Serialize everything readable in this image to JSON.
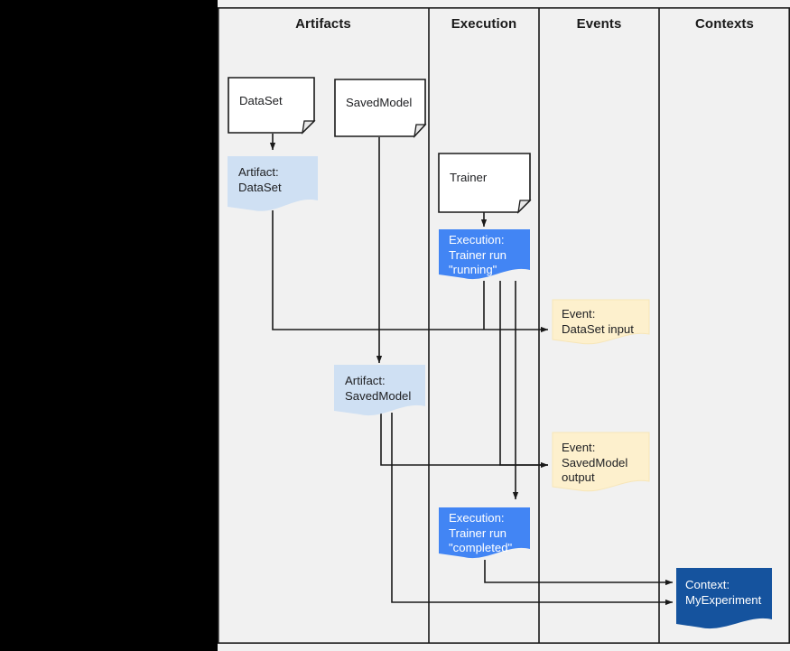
{
  "diagram": {
    "title": "ML Metadata lineage diagram",
    "background_color": "#f1f1f1",
    "letterbox_color": "#000000",
    "columns": [
      {
        "id": "artifacts",
        "label": "Artifacts"
      },
      {
        "id": "execution",
        "label": "Execution"
      },
      {
        "id": "events",
        "label": "Events"
      },
      {
        "id": "contexts",
        "label": "Contexts"
      }
    ],
    "palette": {
      "document_fill": "#ffffff",
      "document_stroke": "#1a1a1a",
      "artifact_fill": "#cfe0f3",
      "execution_fill": "#4285f4",
      "event_fill": "#fdf0cd",
      "event_stroke": "#f5deb0",
      "context_fill": "#15539e",
      "line_color": "#1a1a1a",
      "text_dark": "#202124",
      "text_light": "#ffffff"
    },
    "nodes": [
      {
        "id": "doc-dataset",
        "kind": "document",
        "column": "artifacts",
        "label": "DataSet"
      },
      {
        "id": "doc-savedmodel",
        "kind": "document",
        "column": "artifacts",
        "label": "SavedModel"
      },
      {
        "id": "artifact-dataset",
        "kind": "note",
        "column": "artifacts",
        "label": "Artifact:\nDataSet"
      },
      {
        "id": "artifact-savedmodel",
        "kind": "note",
        "column": "artifacts",
        "label": "Artifact:\nSavedModel"
      },
      {
        "id": "doc-trainer",
        "kind": "document",
        "column": "execution",
        "label": "Trainer"
      },
      {
        "id": "execution-running",
        "kind": "note",
        "column": "execution",
        "label": "Execution:\nTrainer run\n\"running\""
      },
      {
        "id": "execution-completed",
        "kind": "note",
        "column": "execution",
        "label": "Execution:\nTrainer run\n\"completed\""
      },
      {
        "id": "event-dataset-input",
        "kind": "note",
        "column": "events",
        "label": "Event:\nDataSet input"
      },
      {
        "id": "event-savedmodel-output",
        "kind": "note",
        "column": "events",
        "label": "Event:\nSavedModel\noutput"
      },
      {
        "id": "context-myexperiment",
        "kind": "note",
        "column": "contexts",
        "label": "Context:\nMyExperiment"
      }
    ],
    "edges": [
      {
        "from": "doc-dataset",
        "to": "artifact-dataset",
        "arrow": true
      },
      {
        "from": "doc-savedmodel",
        "to": "artifact-savedmodel",
        "arrow": true
      },
      {
        "from": "doc-trainer",
        "to": "execution-running",
        "arrow": true
      },
      {
        "from": "artifact-dataset",
        "to": "event-dataset-input",
        "arrow": true
      },
      {
        "from": "execution-running",
        "to": "event-dataset-input",
        "arrow": true
      },
      {
        "from": "execution-running",
        "to": "event-savedmodel-output",
        "arrow": true
      },
      {
        "from": "artifact-savedmodel",
        "to": "event-savedmodel-output",
        "arrow": true
      },
      {
        "from": "execution-running",
        "to": "execution-completed",
        "arrow": true
      },
      {
        "from": "execution-completed",
        "to": "context-myexperiment",
        "arrow": true
      },
      {
        "from": "artifact-savedmodel",
        "to": "context-myexperiment",
        "arrow": true
      }
    ]
  }
}
